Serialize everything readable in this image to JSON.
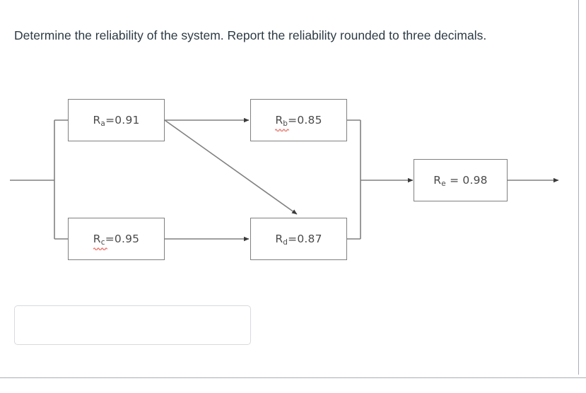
{
  "question": {
    "text": "Determine the reliability of the system. Report the reliability rounded to three decimals."
  },
  "answer_field": {
    "value": "",
    "placeholder": ""
  },
  "diagram": {
    "type": "reliability-block-diagram",
    "line_color": "#808080",
    "box_border_color": "#808080",
    "label_color": "#4a4a4a",
    "spellcheck_underline_color": "#e8736a",
    "nodes": [
      {
        "id": "a",
        "symbol": "R",
        "subscript": "a",
        "separator": "=",
        "value": "0.91",
        "label": "Rₐ=0.91",
        "spellcheck_underline": false
      },
      {
        "id": "b",
        "symbol": "R",
        "subscript": "b",
        "separator": "=",
        "value": "0.85",
        "label": "Rᵇ=0.85",
        "spellcheck_underline": true
      },
      {
        "id": "c",
        "symbol": "R",
        "subscript": "c",
        "separator": "=",
        "value": "0.95",
        "label": "Rᶜ=0.95",
        "spellcheck_underline": true
      },
      {
        "id": "d",
        "symbol": "R",
        "subscript": "d",
        "separator": "=",
        "value": "0.87",
        "label": "Rᵈ=0.87",
        "spellcheck_underline": false
      },
      {
        "id": "e",
        "symbol": "R",
        "subscript": "e",
        "separator": " = ",
        "value": "0.98",
        "label": "Rₑ = 0.98",
        "spellcheck_underline": false
      }
    ],
    "connections": [
      {
        "from": "input",
        "to": "a"
      },
      {
        "from": "input",
        "to": "c"
      },
      {
        "from": "a",
        "to": "b",
        "arrow": true
      },
      {
        "from": "a",
        "to": "d",
        "arrow": true,
        "style": "diagonal"
      },
      {
        "from": "c",
        "to": "d",
        "arrow": true
      },
      {
        "from": "b",
        "to": "merge"
      },
      {
        "from": "d",
        "to": "merge"
      },
      {
        "from": "merge",
        "to": "e",
        "arrow": true
      },
      {
        "from": "e",
        "to": "output",
        "arrow": true
      }
    ]
  }
}
